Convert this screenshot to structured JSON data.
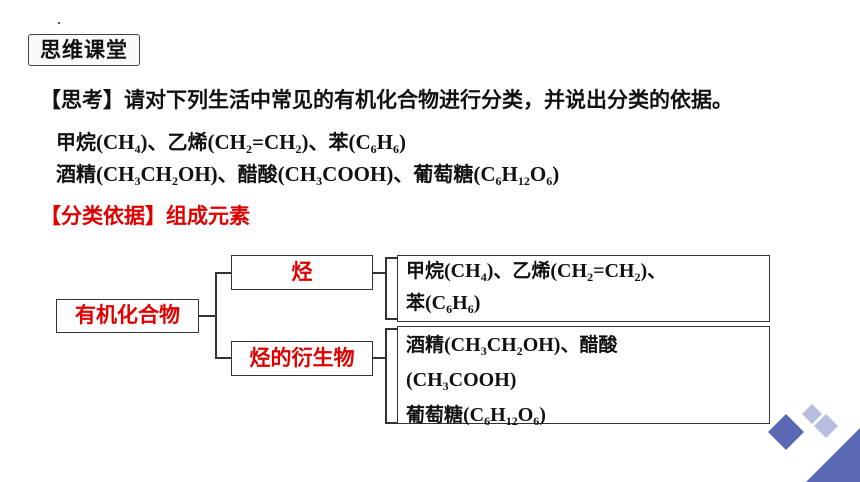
{
  "section_tag": "思维课堂",
  "think": "【思考】请对下列生活中常见的有机化合物进行分类，并说出分类的依据。",
  "examples": {
    "methane_name": "甲烷",
    "methane_formula": "(CH4)",
    "sep": "、",
    "ethylene_name": "乙烯",
    "ethylene_formula": "(CH2=CH2)",
    "benzene_name": "苯",
    "benzene_formula": "(C6H6)",
    "alcohol_name": "酒精",
    "alcohol_formula": "(CH3CH2OH)",
    "acid_name": "醋酸",
    "acid_formula": "(CH3COOH)",
    "glucose_name": "葡萄糖",
    "glucose_formula": "(C6H12O6)"
  },
  "basis": "【分类依据】组成元素",
  "diagram": {
    "root": "有机化合物",
    "branch1": "烃",
    "branch2": "烃的衍生物"
  },
  "colors": {
    "accent": "#e00000",
    "deco_light": "#b8bedf",
    "deco_dark": "#5a68b3"
  }
}
